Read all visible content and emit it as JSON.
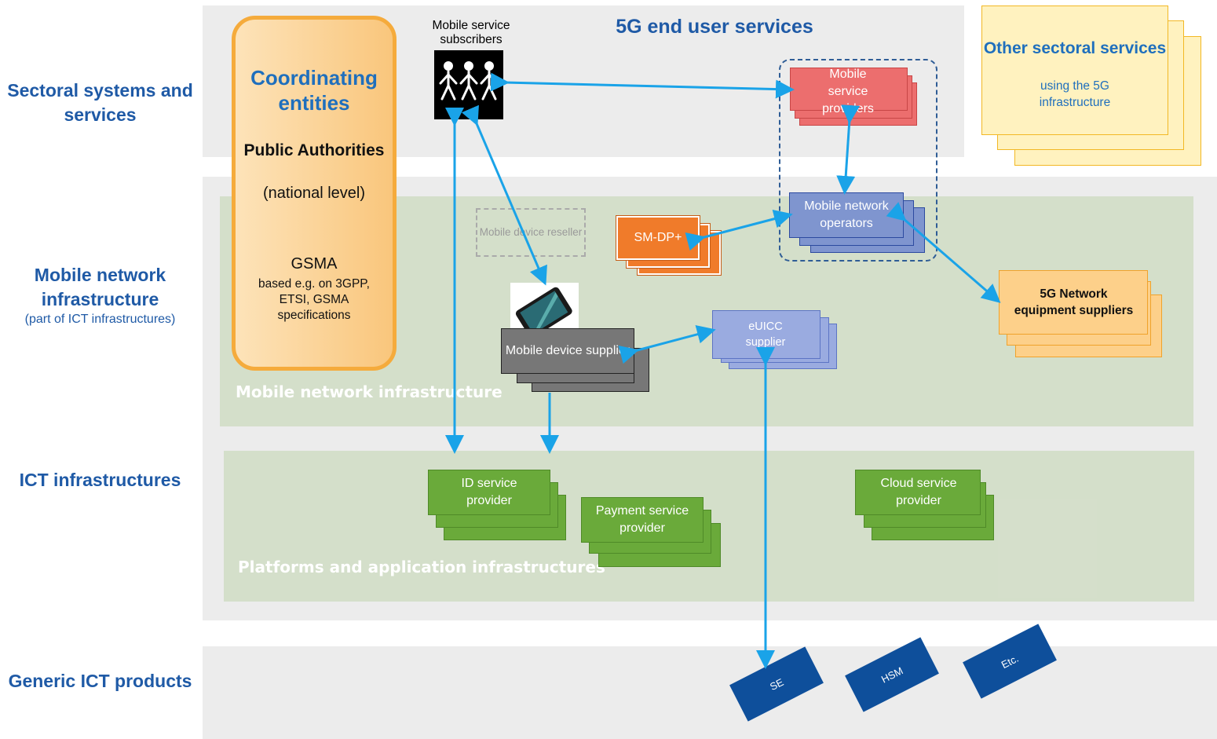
{
  "row_labels": {
    "sectoral": "Sectoral systems and services",
    "mobile_main": "Mobile network infrastructure",
    "mobile_sub": "(part of ICT infrastructures)",
    "ict": "ICT infrastructures",
    "generic": "Generic ICT products"
  },
  "band_labels": {
    "end_user": "5G end user services",
    "mobile_network": "Mobile network infrastructure",
    "platforms": "Platforms and application infrastructures"
  },
  "coordinating": {
    "title": "Coordinating entities",
    "public_title": "Public Authorities",
    "public_sub": "(national level)",
    "gsma_title": "GSMA",
    "gsma_sub": "based e.g. on 3GPP, ETSI, GSMA specifications"
  },
  "other_sectoral": {
    "title": "Other sectoral services",
    "sub": "using the 5G infrastructure"
  },
  "nodes": {
    "subscribers": "Mobile service subscribers",
    "mobile_service_providers": "Mobile service providers",
    "mobile_network_operators": "Mobile network operators",
    "sm_dp": "SM-DP+",
    "device_reseller": "Mobile device reseller",
    "device_supplier": "Mobile device supplier",
    "euicc_supplier": "eUICC supplier",
    "network_equipment": "5G Network equipment suppliers",
    "id_provider": "ID service provider",
    "payment_provider": "Payment service provider",
    "cloud_provider": "Cloud service provider"
  },
  "generic_products": [
    "SE",
    "HSM",
    "Etc."
  ],
  "colors": {
    "label_blue": "#1f5aa6",
    "arrow": "#1aa3e8",
    "green_card": "#6aaa3a",
    "blue_card": "#7f95cf",
    "red_card": "#ec6e6e",
    "orange_card": "#f07b2a",
    "generic_product": "#0e4f9b"
  }
}
